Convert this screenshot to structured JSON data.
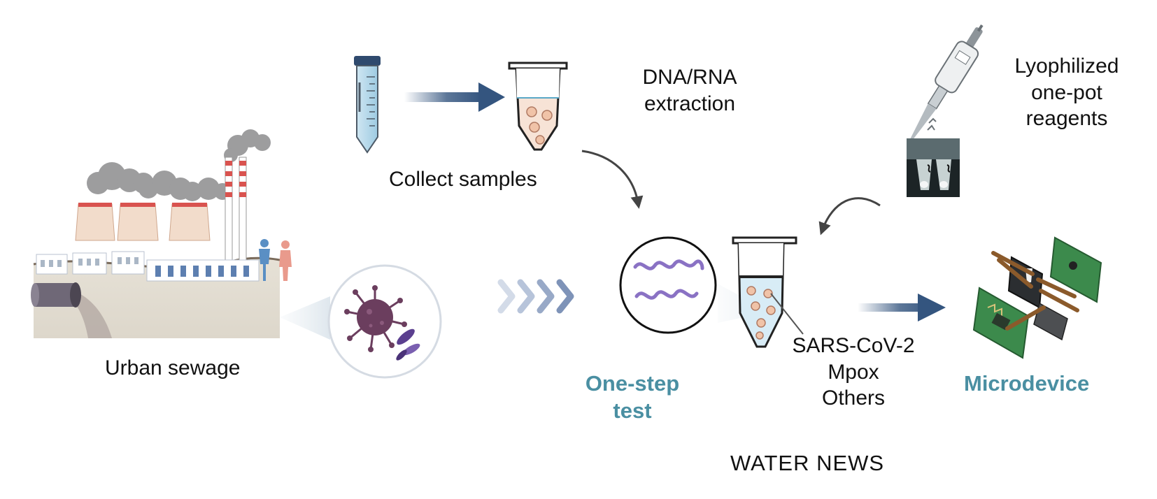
{
  "labels": {
    "urban_sewage": "Urban  sewage",
    "collect_samples": "Collect  samples",
    "extraction": [
      "DNA/RNA",
      "extraction"
    ],
    "lyophilized": [
      "Lyophilized",
      "one-pot",
      "reagents"
    ],
    "one_step": [
      "One-step",
      "test"
    ],
    "targets": [
      "SARS-CoV-2",
      "Mpox",
      "Others"
    ],
    "microdevice": "Microdevice",
    "footer": "WATER NEWS"
  },
  "colors": {
    "accent": "#4a8fa2",
    "arrow_dark": "#34557f",
    "chevron": "#7e93b8",
    "virus": "#6b3e5e",
    "rna": "#8a72c4",
    "smoke": "#8c8c8e",
    "stripe_red": "#d9534f",
    "tower": "#f2dccb",
    "pcb_green": "#3c8a4c"
  },
  "icons": [
    "sewage-pipe-icon",
    "factory-icon",
    "person-icon",
    "virus-icon",
    "bacteria-icon",
    "falcon-tube-icon",
    "microtube-icon",
    "pipette-icon",
    "rna-strand-icon",
    "chevron-icon",
    "microdevice-icon"
  ]
}
